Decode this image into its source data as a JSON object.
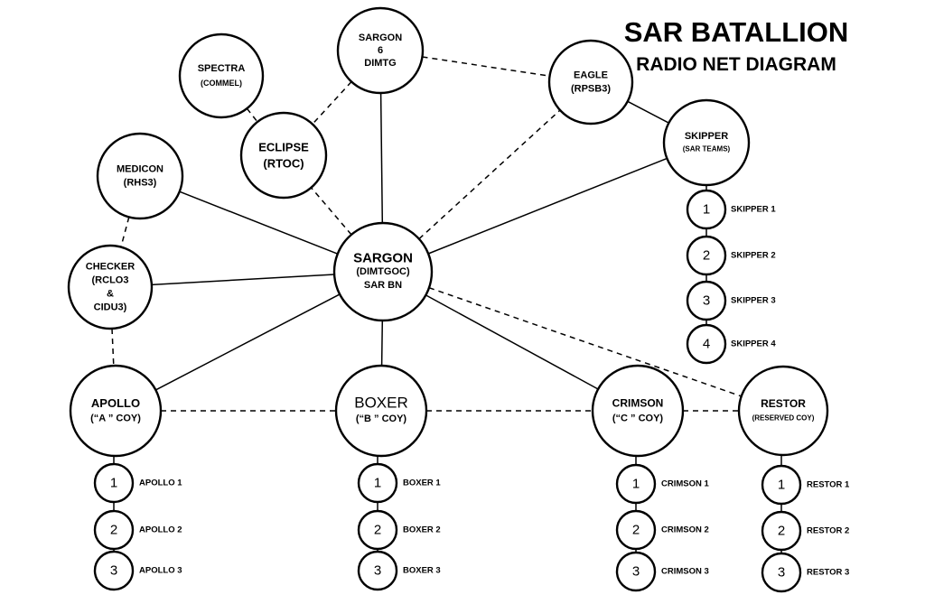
{
  "title": {
    "line1": "SAR BATALLION",
    "line2": "RADIO NET DIAGRAM"
  },
  "nodes": {
    "sargon": {
      "lines": [
        "SARGON",
        "(DIMTGOC)",
        "SAR BN"
      ]
    },
    "sargon6": {
      "lines": [
        "SARGON",
        "6",
        "DIMTG"
      ]
    },
    "spectra": {
      "lines": [
        "SPECTRA",
        "(COMMEL)"
      ]
    },
    "eclipse": {
      "lines": [
        "ECLIPSE",
        "(RTOC)"
      ]
    },
    "eagle": {
      "lines": [
        "EAGLE",
        "(RPSB3)"
      ]
    },
    "skipper": {
      "lines": [
        "SKIPPER",
        "(SAR TEAMS)"
      ]
    },
    "medicon": {
      "lines": [
        "MEDICON",
        "(RHS3)"
      ]
    },
    "checker": {
      "lines": [
        "CHECKER",
        "(RCLO3",
        "&",
        "CIDU3)"
      ]
    },
    "apollo": {
      "lines": [
        "APOLLO",
        "(“A ” COY)"
      ]
    },
    "boxer": {
      "lines": [
        "BOXER",
        "(“B ” COY)"
      ]
    },
    "crimson": {
      "lines": [
        "CRIMSON",
        "(“C ” COY)"
      ]
    },
    "restor": {
      "lines": [
        "RESTOR",
        "(RESERVED COY)"
      ]
    }
  },
  "sub_units": {
    "skipper": [
      {
        "num": "1",
        "label": "SKIPPER 1"
      },
      {
        "num": "2",
        "label": "SKIPPER 2"
      },
      {
        "num": "3",
        "label": "SKIPPER 3"
      },
      {
        "num": "4",
        "label": "SKIPPER 4"
      }
    ],
    "apollo": [
      {
        "num": "1",
        "label": "APOLLO 1"
      },
      {
        "num": "2",
        "label": "APOLLO 2"
      },
      {
        "num": "3",
        "label": "APOLLO 3"
      }
    ],
    "boxer": [
      {
        "num": "1",
        "label": "BOXER 1"
      },
      {
        "num": "2",
        "label": "BOXER 2"
      },
      {
        "num": "3",
        "label": "BOXER 3"
      }
    ],
    "crimson": [
      {
        "num": "1",
        "label": "CRIMSON 1"
      },
      {
        "num": "2",
        "label": "CRIMSON 2"
      },
      {
        "num": "3",
        "label": "CRIMSON 3"
      }
    ],
    "restor": [
      {
        "num": "1",
        "label": "RESTOR 1"
      },
      {
        "num": "2",
        "label": "RESTOR 2"
      },
      {
        "num": "3",
        "label": "RESTOR 3"
      }
    ]
  },
  "links": [
    {
      "from": "sargon",
      "to": "sargon6",
      "style": "solid"
    },
    {
      "from": "sargon",
      "to": "eclipse",
      "style": "dashed"
    },
    {
      "from": "sargon",
      "to": "eagle",
      "style": "dashed"
    },
    {
      "from": "sargon",
      "to": "skipper",
      "style": "solid"
    },
    {
      "from": "sargon",
      "to": "medicon",
      "style": "solid"
    },
    {
      "from": "sargon",
      "to": "checker",
      "style": "solid"
    },
    {
      "from": "sargon",
      "to": "apollo",
      "style": "solid"
    },
    {
      "from": "sargon",
      "to": "boxer",
      "style": "solid"
    },
    {
      "from": "sargon",
      "to": "crimson",
      "style": "solid"
    },
    {
      "from": "sargon",
      "to": "restor",
      "style": "dashed"
    },
    {
      "from": "sargon6",
      "to": "eagle",
      "style": "dashed"
    },
    {
      "from": "sargon6",
      "to": "eclipse",
      "style": "dashed"
    },
    {
      "from": "spectra",
      "to": "eclipse",
      "style": "dashed"
    },
    {
      "from": "eagle",
      "to": "skipper",
      "style": "solid"
    },
    {
      "from": "medicon",
      "to": "checker",
      "style": "dashed"
    },
    {
      "from": "checker",
      "to": "apollo",
      "style": "dashed"
    },
    {
      "from": "apollo",
      "to": "boxer",
      "style": "dashed"
    },
    {
      "from": "boxer",
      "to": "crimson",
      "style": "dashed"
    },
    {
      "from": "crimson",
      "to": "restor",
      "style": "dashed"
    }
  ]
}
